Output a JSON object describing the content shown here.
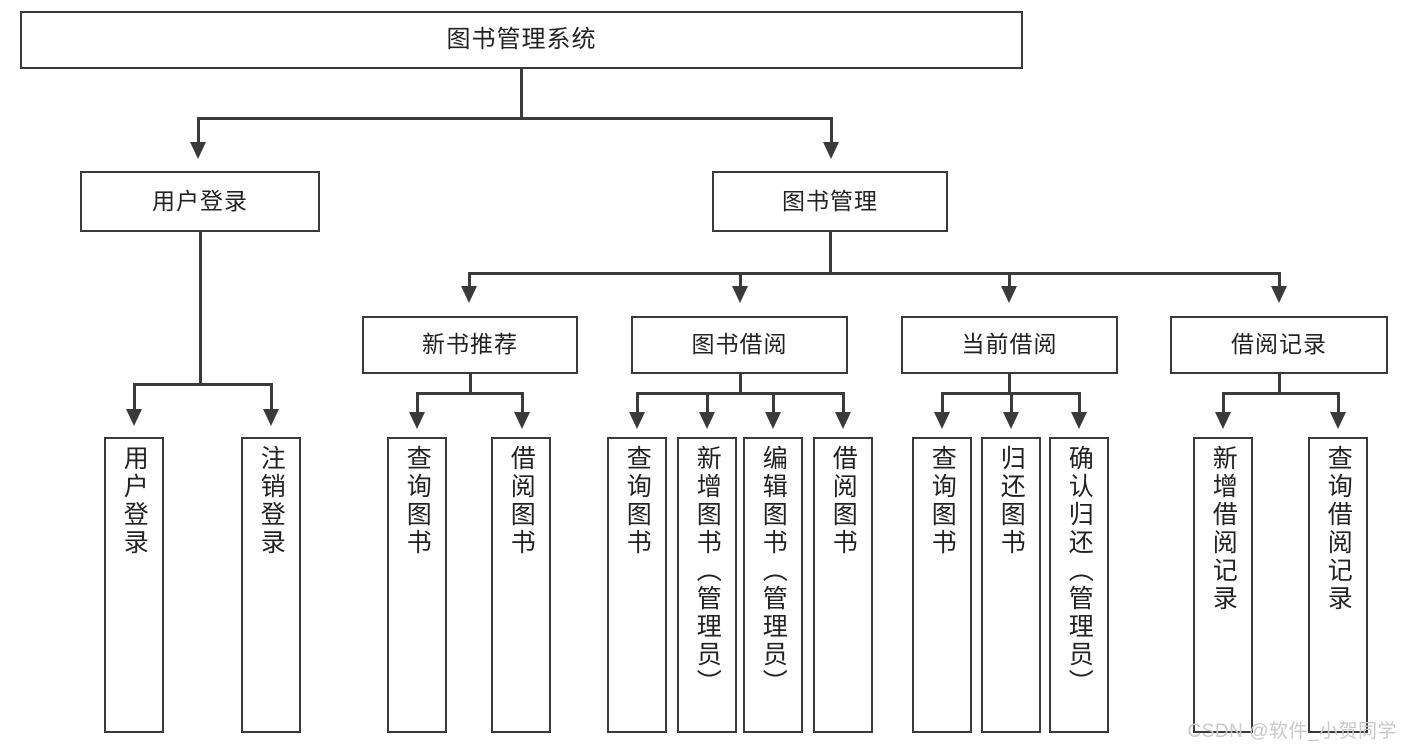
{
  "diagram": {
    "title": "图书管理系统",
    "watermark": "CSDN @软件_小贺同学",
    "colors": {
      "stroke": "#3a3a3a",
      "background": "#ffffff",
      "text": "#222222",
      "watermark": "#c9c9c9"
    },
    "levels": {
      "root": "图书管理系统",
      "level1": [
        "用户登录",
        "图书管理"
      ],
      "level2": [
        "新书推荐",
        "图书借阅",
        "当前借阅",
        "借阅记录"
      ]
    },
    "nodes": {
      "root": {
        "label": "图书管理系统"
      },
      "user_login": {
        "label": "用户登录"
      },
      "book_manage": {
        "label": "图书管理"
      },
      "new_book_rec": {
        "label": "新书推荐"
      },
      "book_borrow": {
        "label": "图书借阅"
      },
      "current_borrow": {
        "label": "当前借阅"
      },
      "borrow_record": {
        "label": "借阅记录"
      },
      "leaf_user_login": {
        "label": "用户登录"
      },
      "leaf_user_logout": {
        "label": "注销登录"
      },
      "leaf_query_book_1": {
        "label": "查询图书"
      },
      "leaf_borrow_book_1": {
        "label": "借阅图书"
      },
      "leaf_query_book_2": {
        "label": "查询图书"
      },
      "leaf_add_book": {
        "label": "新增图书（管理员）"
      },
      "leaf_edit_book": {
        "label": "编辑图书（管理员）"
      },
      "leaf_borrow_book_2": {
        "label": "借阅图书"
      },
      "leaf_query_book_3": {
        "label": "查询图书"
      },
      "leaf_return_book": {
        "label": "归还图书"
      },
      "leaf_confirm_return": {
        "label": "确认归还（管理员）"
      },
      "leaf_add_record": {
        "label": "新增借阅记录"
      },
      "leaf_query_record": {
        "label": "查询借阅记录"
      }
    },
    "tree": [
      {
        "label": "用户登录",
        "children": [
          "用户登录",
          "注销登录"
        ]
      },
      {
        "label": "图书管理",
        "children_groups": [
          {
            "label": "新书推荐",
            "children": [
              "查询图书",
              "借阅图书"
            ]
          },
          {
            "label": "图书借阅",
            "children": [
              "查询图书",
              "新增图书（管理员）",
              "编辑图书（管理员）",
              "借阅图书"
            ]
          },
          {
            "label": "当前借阅",
            "children": [
              "查询图书",
              "归还图书",
              "确认归还（管理员）"
            ]
          },
          {
            "label": "借阅记录",
            "children": [
              "新增借阅记录",
              "查询借阅记录"
            ]
          }
        ]
      }
    ]
  }
}
